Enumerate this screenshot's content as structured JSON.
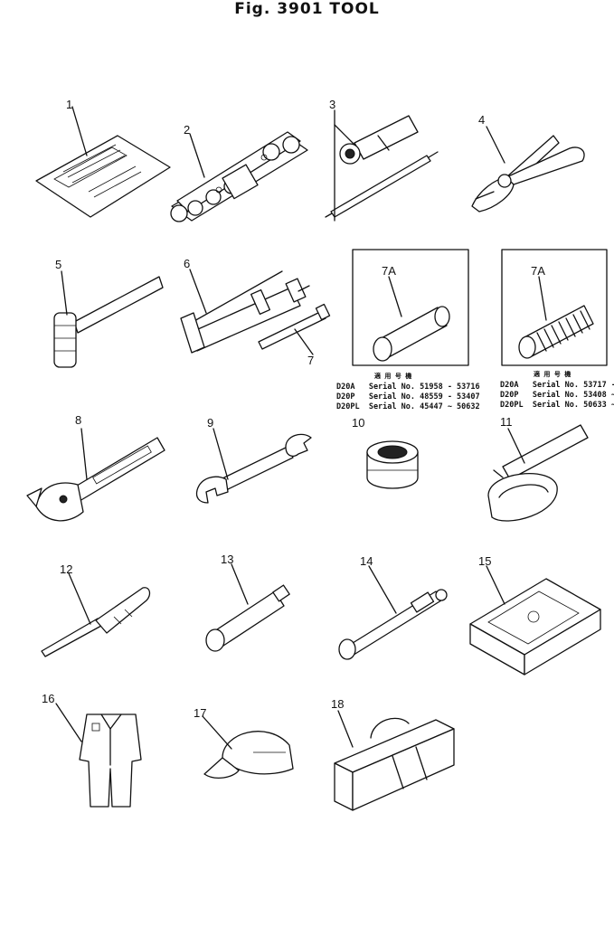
{
  "title": "Fig. 3901  TOOL",
  "callouts": [
    "1",
    "2",
    "3",
    "4",
    "5",
    "6",
    "7",
    "7A",
    "7A",
    "8",
    "9",
    "10",
    "11",
    "12",
    "13",
    "14",
    "15",
    "16",
    "17",
    "18"
  ],
  "serial_boxes": [
    {
      "header": "適 用 号 機",
      "rows": [
        "D20A   Serial No. 51958 - 53716",
        "D20P   Serial No. 48559 - 53407",
        "D20PL  Serial No. 45447 ~ 50632"
      ]
    },
    {
      "header": "適 用 号 機",
      "rows": [
        "D20A   Serial No. 53717 -",
        "D20P   Serial No. 53408 ~",
        "D20PL  Serial No. 50633 ~"
      ]
    }
  ]
}
